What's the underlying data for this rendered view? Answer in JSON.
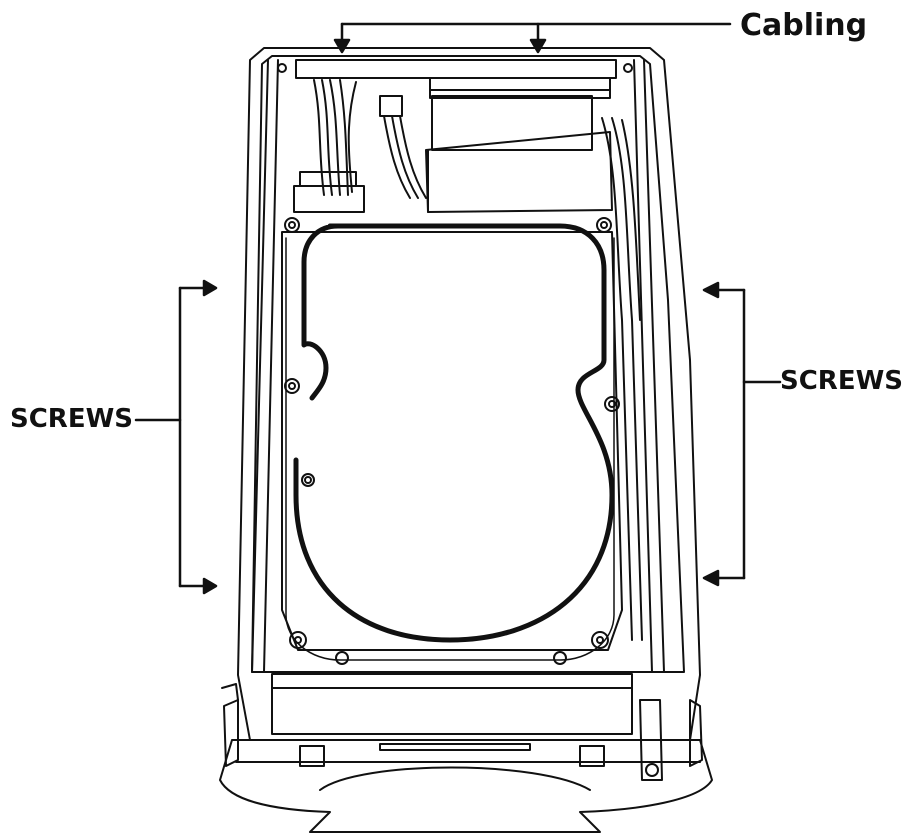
{
  "labels": {
    "cabling": "Cabling",
    "screws_left": "SCREWS",
    "screws_right": "SCREWS"
  },
  "colors": {
    "ink": "#111111",
    "background": "#ffffff"
  }
}
